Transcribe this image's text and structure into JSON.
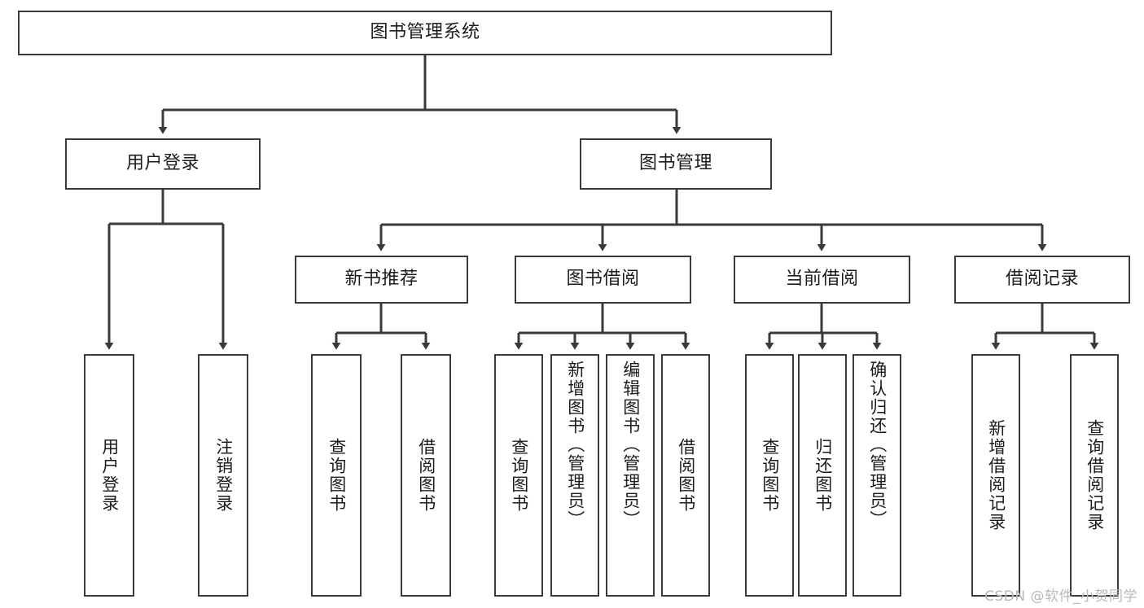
{
  "diagram": {
    "title": "图书管理系统",
    "type": "hierarchy-tree",
    "orientation": "top-down",
    "line_color": "#3a3a3a",
    "box_fill": "#ffffff",
    "text_color": "#1c1c1c"
  },
  "root": {
    "label": "图书管理系统"
  },
  "level2": [
    {
      "label": "用户登录"
    },
    {
      "label": "图书管理"
    }
  ],
  "level3": [
    {
      "label": "新书推荐"
    },
    {
      "label": "图书借阅"
    },
    {
      "label": "当前借阅"
    },
    {
      "label": "借阅记录"
    }
  ],
  "leaves": {
    "user_login": [
      {
        "label": "用户登录"
      },
      {
        "label": "注销登录"
      }
    ],
    "new_book_recommend": [
      {
        "label": "查询图书"
      },
      {
        "label": "借阅图书"
      }
    ],
    "book_borrow": [
      {
        "label": "查询图书"
      },
      {
        "label": "新增图书（管理员）"
      },
      {
        "label": "编辑图书（管理员）"
      },
      {
        "label": "借阅图书"
      }
    ],
    "current_borrow": [
      {
        "label": "查询图书"
      },
      {
        "label": "归还图书"
      },
      {
        "label": "确认归还（管理员）"
      }
    ],
    "borrow_record": [
      {
        "label": "新增借阅记录"
      },
      {
        "label": "查询借阅记录"
      }
    ]
  },
  "watermark": {
    "text": "CSDN @软件_小贺同学",
    "color": "#b9b9b9"
  }
}
